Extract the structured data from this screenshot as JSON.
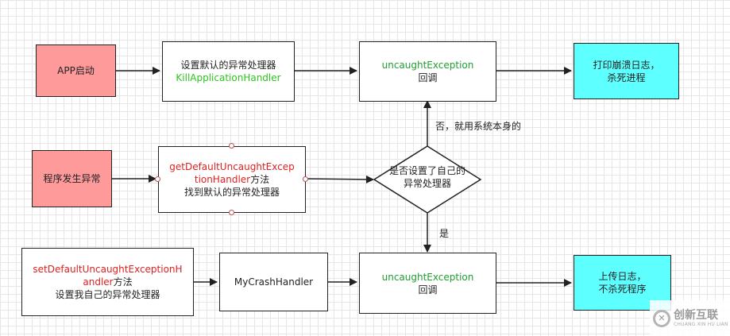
{
  "nodes": {
    "app_start": "APP启动",
    "set_default_line1": "设置默认的异常处理器",
    "set_default_line2": "KillApplicationHandler",
    "uncaught_top_line1": "uncaughtException",
    "uncaught_top_line2": "回调",
    "print_log_line1": "打印崩溃日志，",
    "print_log_line2": "杀死进程",
    "exception_occurs": "程序发生异常",
    "get_default_line1": "getDefaultUncaughtExcep",
    "get_default_line2a": "tionHandler",
    "get_default_line2b": "方法",
    "get_default_line3": "找到默认的异常处理器",
    "decision_line1": "是否设置了自己的",
    "decision_line2": "异常处理器",
    "set_own_line1": "setDefaultUncaughtExceptionH",
    "set_own_line2a": "andler",
    "set_own_line2b": "方法",
    "set_own_line3": "设置我自己的异常处理器",
    "my_crash_handler": "MyCrashHandler",
    "uncaught_bottom_line1": "uncaughtException",
    "uncaught_bottom_line2": "回调",
    "upload_log_line1": "上传日志，",
    "upload_log_line2": "不杀死程序"
  },
  "edge_labels": {
    "no": "否，就用系统本身的",
    "yes": "是"
  },
  "watermark": {
    "brand_cn": "创新互联",
    "brand_en": "CHUANG XIN HU LIAN"
  },
  "colors": {
    "pink_fill": "#ff9a9a",
    "cyan_fill": "#5effff",
    "green_text": "#1f9e2f",
    "red_text": "#e02020",
    "line": "#222222"
  }
}
